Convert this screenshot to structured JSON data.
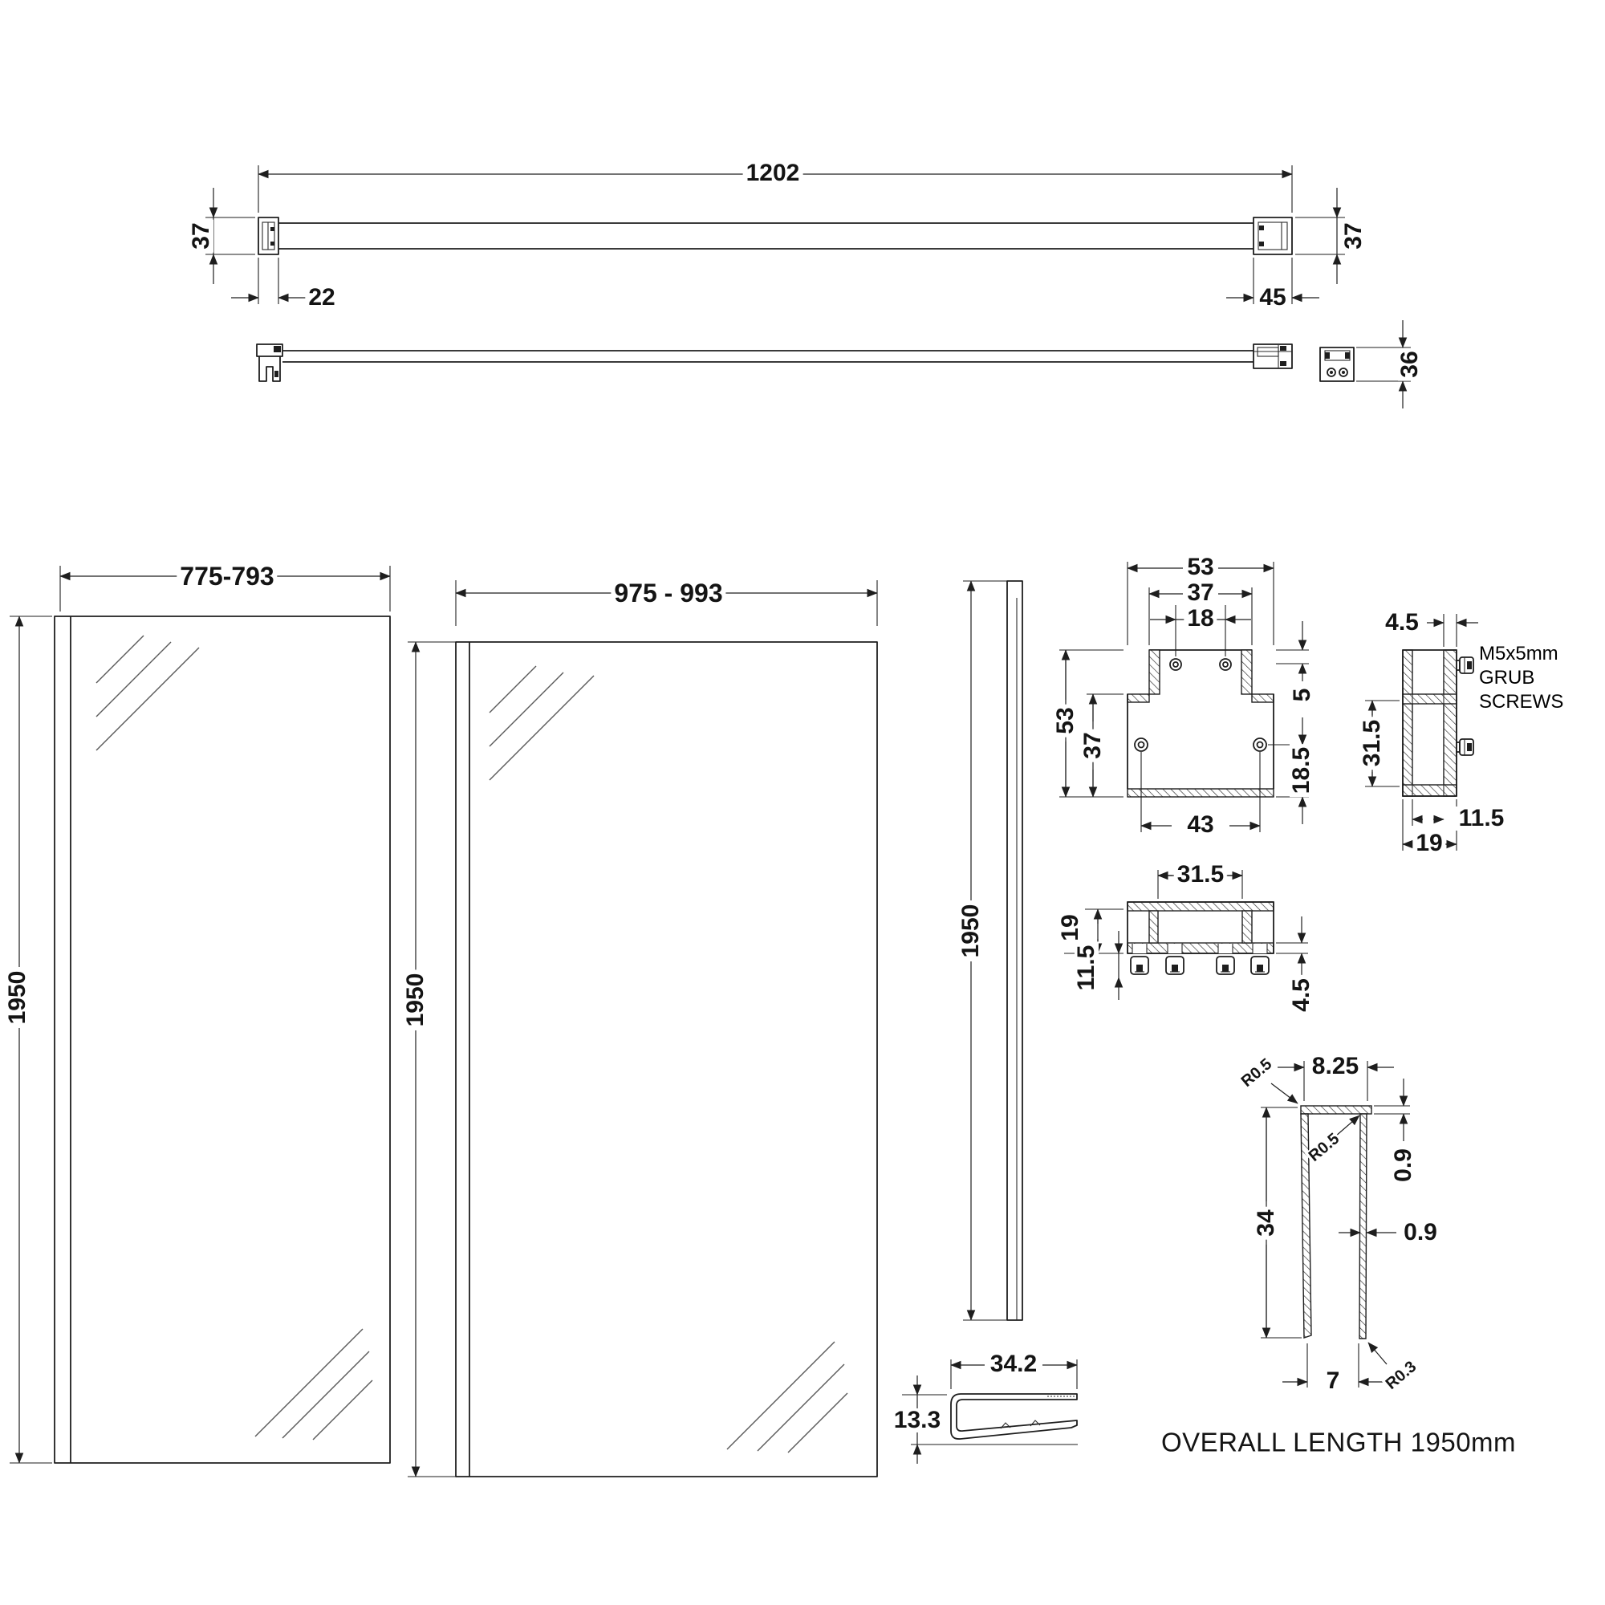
{
  "support_bar": {
    "length": "1202",
    "profile_height_left": "37",
    "left_cap_width": "22",
    "right_cap_width": "45",
    "profile_height_right": "37",
    "end_profile_height": "36"
  },
  "panels": {
    "small": {
      "width_range": "775-793",
      "height": "1950"
    },
    "large": {
      "width_range": "975 - 993",
      "height": "1950"
    }
  },
  "wall_profile": {
    "length": "1950"
  },
  "top_bracket": {
    "outer_width": "53",
    "channel_outer_width": "37",
    "screw_spacing": "18",
    "outer_height": "53",
    "body_height": "37",
    "top_wall": "5",
    "base_offset": "18.5",
    "base_screw_spacing": "43"
  },
  "side_bracket": {
    "wall_thickness": "4.5",
    "grub_line1": "M5x5mm GRUB",
    "grub_line2": "SCREWS",
    "inner_height": "31.5",
    "inner_width": "11.5",
    "depth": "19"
  },
  "bottom_bracket": {
    "channel_width": "31.5",
    "height": "19",
    "screw_depth": "11.5",
    "wall_thickness": "4.5"
  },
  "corner_profile": {
    "width": "8.25",
    "radius_top": "R0.5",
    "radius_inner": "R0.5",
    "top_thickness": "0.9",
    "wall_thickness": "0.9",
    "leg_length": "34",
    "gap": "7",
    "radius_bottom": "R0.3"
  },
  "seal_profile": {
    "width": "34.2",
    "height": "13.3"
  },
  "footer": {
    "text": "OVERALL LENGTH 1950mm"
  }
}
